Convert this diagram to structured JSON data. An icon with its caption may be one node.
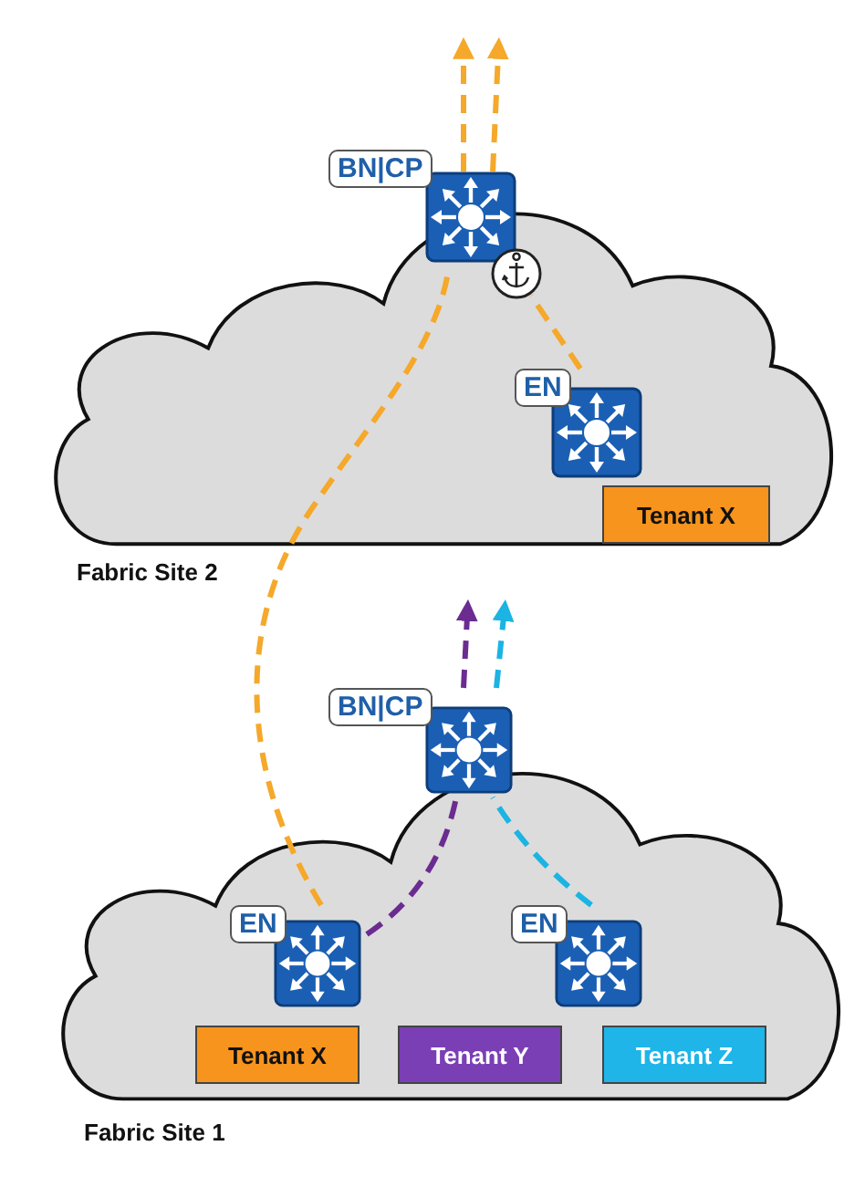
{
  "diagram": {
    "nodes": [
      {
        "text": [
          "Fabric Site 2"
        ]
      },
      {
        "text": [
          "BN|CP"
        ]
      },
      {
        "text": [],
        "shape": "circle",
        "in": 0
      },
      {
        "text": [
          "EN"
        ],
        "in": 0
      },
      {
        "text": [
          "Tenant X"
        ],
        "in": 0
      },
      {
        "text": [
          "Fabric Site 1"
        ]
      },
      {
        "text": [
          "BN|CP"
        ]
      },
      {
        "text": [
          "EN"
        ],
        "in": 5
      },
      {
        "text": [
          "EN"
        ],
        "in": 5
      },
      {
        "text": [
          "Tenant X"
        ],
        "in": 5
      },
      {
        "text": [
          "Tenant Y"
        ],
        "in": 5
      },
      {
        "text": [
          "Tenant Z"
        ],
        "in": 5
      }
    ],
    "edges": [
      {
        "from": 1,
        "to": null,
        "arrow": "to",
        "style": "dashed",
        "color": "#f5a82a"
      },
      {
        "from": 1,
        "to": null,
        "arrow": "to",
        "style": "dashed",
        "color": "#f5a82a"
      },
      {
        "from": 3,
        "to": 2,
        "arrow": "none",
        "style": "dashed",
        "color": "#f5a82a"
      },
      {
        "from": 7,
        "to": 1,
        "arrow": "none",
        "style": "dashed",
        "color": "#f5a82a"
      },
      {
        "from": 7,
        "to": 6,
        "arrow": "none",
        "style": "dashed",
        "color": "#6b2c91"
      },
      {
        "from": 6,
        "to": null,
        "arrow": "to",
        "style": "dashed",
        "color": "#6b2c91"
      },
      {
        "from": 8,
        "to": 6,
        "arrow": "none",
        "style": "dashed",
        "color": "#1bb4e3"
      },
      {
        "from": 6,
        "to": null,
        "arrow": "to",
        "style": "dashed",
        "color": "#1bb4e3"
      }
    ]
  }
}
